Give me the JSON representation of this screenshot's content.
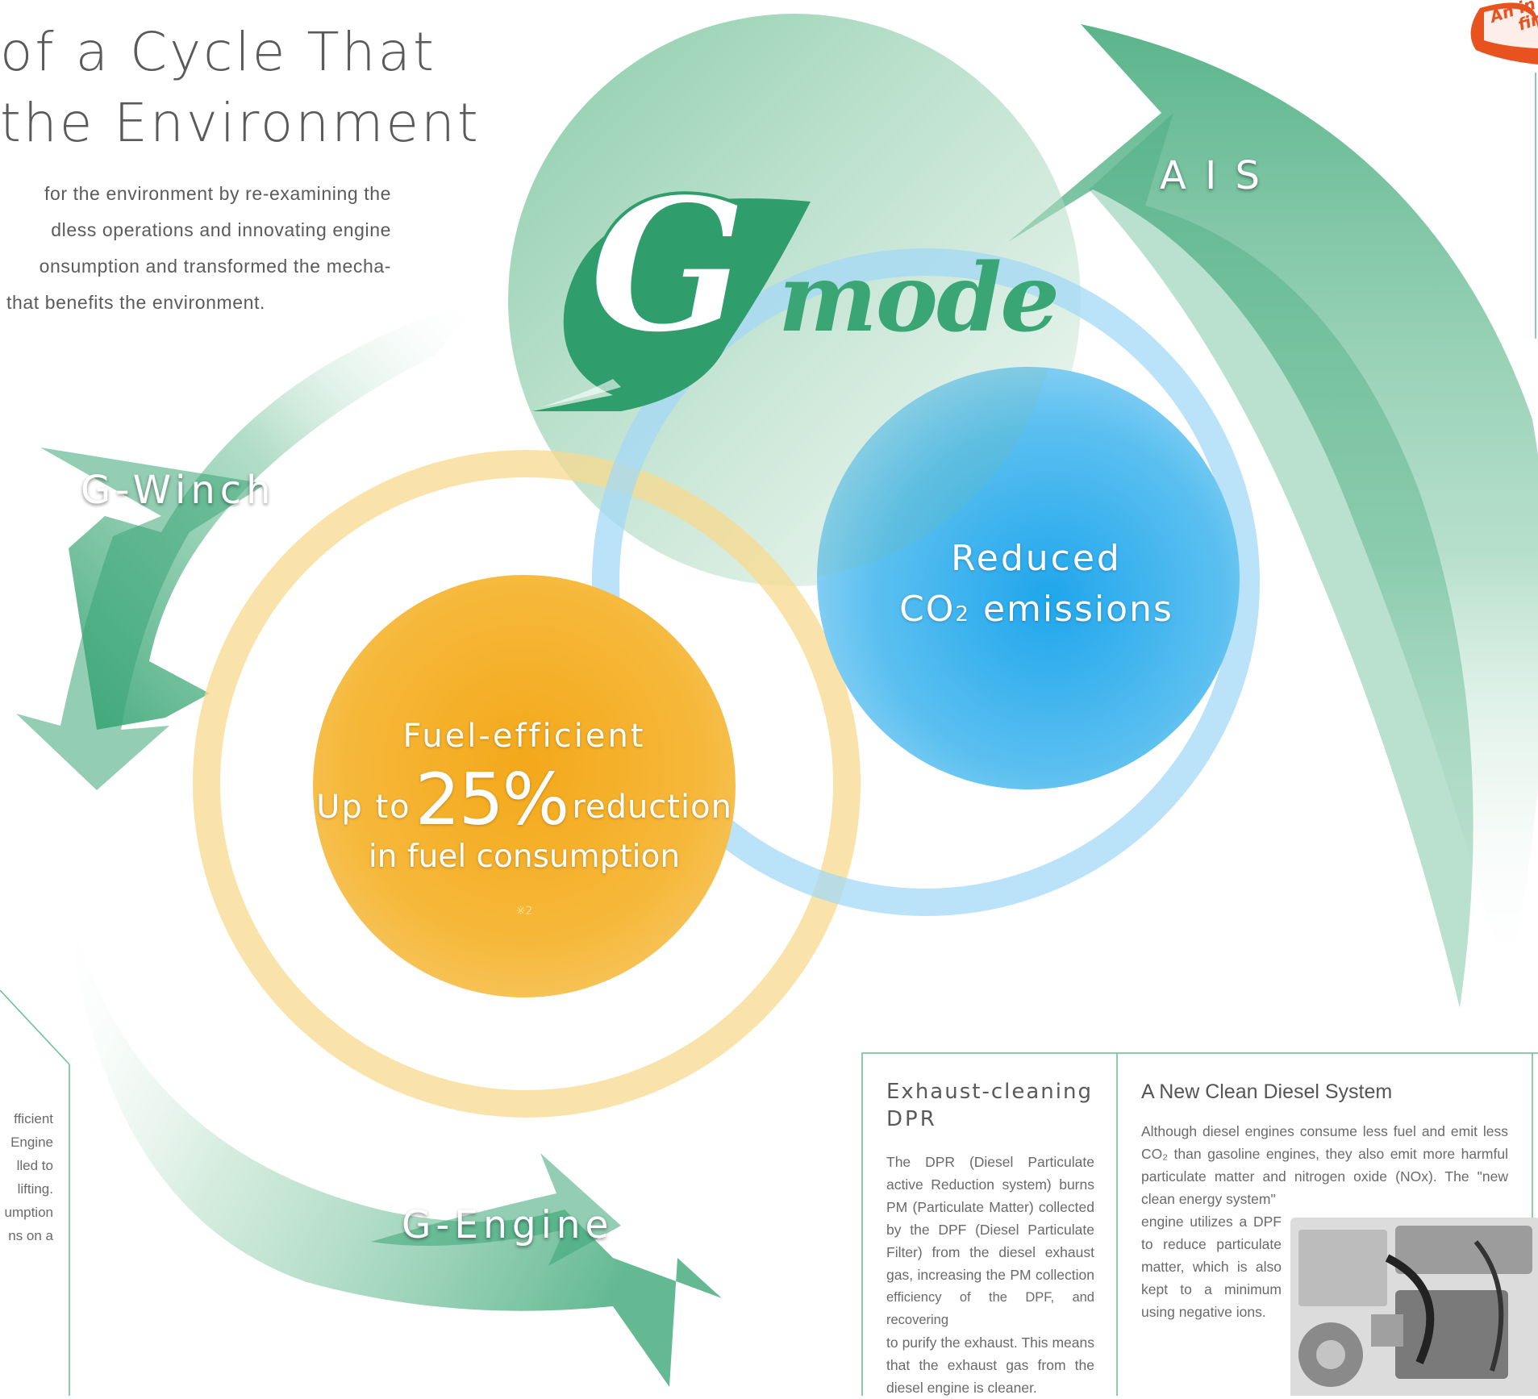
{
  "title": {
    "line1": "of a Cycle That",
    "line2": "the Environment"
  },
  "intro": {
    "lines": [
      "for the environment by re-examining the",
      "dless operations and innovating engine",
      "onsumption and transformed the mecha-",
      "that benefits the environment."
    ]
  },
  "logo": {
    "g_letter": "G",
    "mode_text": "mode"
  },
  "arrows": {
    "ais": "A I S",
    "gwinch": "G-Winch",
    "gengine": "G-Engine"
  },
  "circles": {
    "reduced": {
      "line1": "Reduced",
      "co": "CO",
      "sub": "2",
      "rest": " emissions"
    },
    "fuel": {
      "line1": "Fuel-efficient",
      "upto": "Up to",
      "percent": "25%",
      "reduction": "reduction",
      "line3": "in fuel consumption",
      "note": "※2"
    }
  },
  "left_side": {
    "lines": [
      "fficient",
      "Engine",
      "lled to",
      "lifting.",
      "umption",
      "ns on a"
    ]
  },
  "panel_dpr": {
    "title_line1": "Exhaust-cleaning",
    "title_line2": "DPR",
    "lines": [
      "The DPR (Diesel Particulate",
      "active Reduction system) burns",
      "PM (Particulate Matter) collected",
      "by the DPF (Diesel Particulate",
      "Filter) from the diesel exhaust",
      "gas, increasing the PM collection",
      "efficiency of the DPF, and recovering",
      "to purify the exhaust. This means",
      "that the exhaust gas from the",
      "diesel engine is cleaner."
    ]
  },
  "panel_diesel": {
    "title": "A New Clean Diesel System",
    "lines_full": [
      "Although diesel engines consume less fuel and emit less",
      "CO₂ than gasoline engines, they also emit more harmful",
      "particulate matter and nitrogen oxide (NOx). The \"new"
    ],
    "lines_narrow": [
      "clean energy system\"",
      "engine utilizes a DPF",
      "to reduce particulate",
      "matter, which is also",
      "kept to a minimum",
      "using negative ions."
    ]
  },
  "badge": {
    "line1": "An in",
    "line2": "fir"
  },
  "colors": {
    "green": "#3daa7a",
    "blue": "#4fb8ec",
    "orange": "#f5ac1e",
    "panel_border": "#6fbf98"
  }
}
